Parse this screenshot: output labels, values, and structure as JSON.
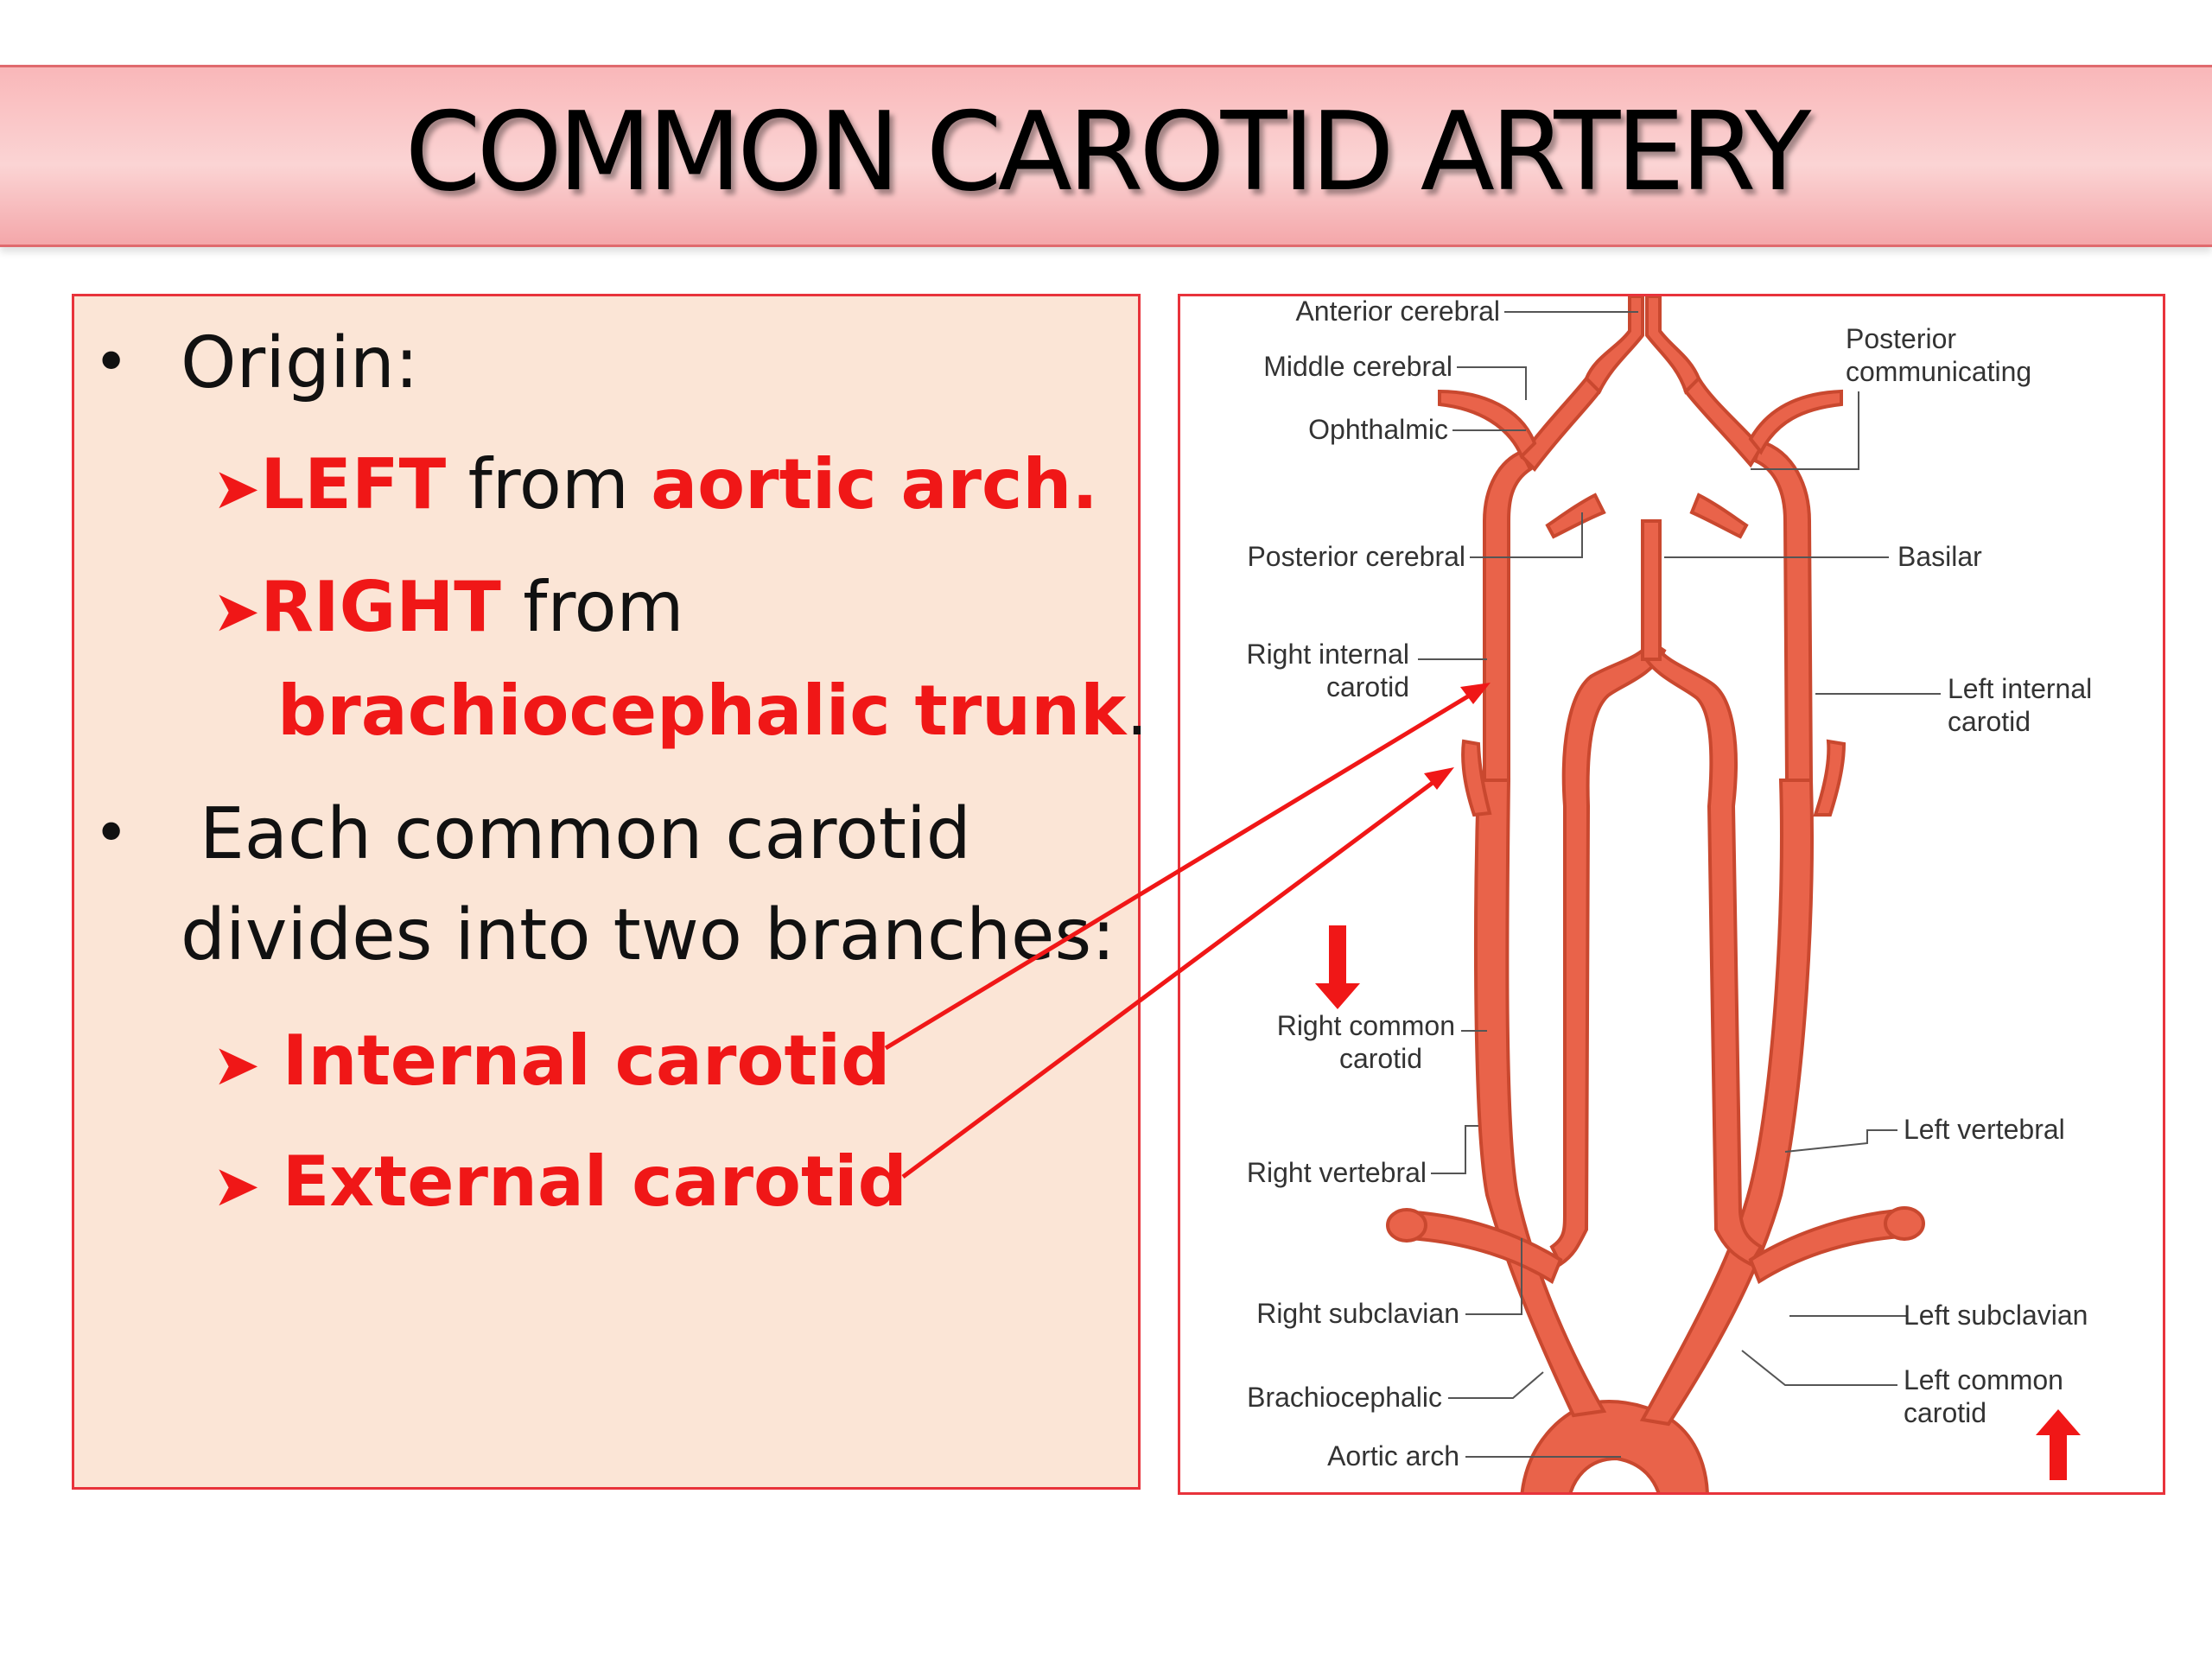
{
  "title": "COMMON CAROTID ARTERY",
  "text_panel": {
    "origin_heading": "Origin:",
    "left_word": "LEFT",
    "from_1": " from ",
    "aortic_arch": "aortic arch",
    "period_1": ".",
    "right_word": "RIGHT",
    "from_2": " from",
    "brachiocephalic": "brachiocephalic trunk",
    "period_2": ".",
    "divides_line1": "Each common carotid",
    "divides_line2": "divides into two branches:",
    "internal": "Internal carotid",
    "external": "External carotid",
    "arrow_glyph": "➤"
  },
  "diagram_labels": {
    "anterior_cerebral": "Anterior cerebral",
    "middle_cerebral": "Middle cerebral",
    "ophthalmic": "Ophthalmic",
    "posterior_communicating_1": "Posterior",
    "posterior_communicating_2": "communicating",
    "posterior_cerebral": "Posterior cerebral",
    "basilar": "Basilar",
    "right_internal_carotid_1": "Right internal",
    "right_internal_carotid_2": "carotid",
    "left_internal_carotid_1": "Left internal",
    "left_internal_carotid_2": "carotid",
    "right_common_carotid_1": "Right common",
    "right_common_carotid_2": "carotid",
    "left_vertebral": "Left vertebral",
    "right_vertebral": "Right vertebral",
    "right_subclavian": "Right subclavian",
    "left_subclavian": "Left subclavian",
    "brachiocephalic": "Brachiocephalic",
    "left_common_carotid_1": "Left common",
    "left_common_carotid_2": "carotid",
    "aortic_arch": "Aortic arch"
  },
  "colors": {
    "accent_red": "#f01717",
    "artery": "#e9634a",
    "panel_bg": "#fbe5d6",
    "banner": "#f9b7b9"
  }
}
